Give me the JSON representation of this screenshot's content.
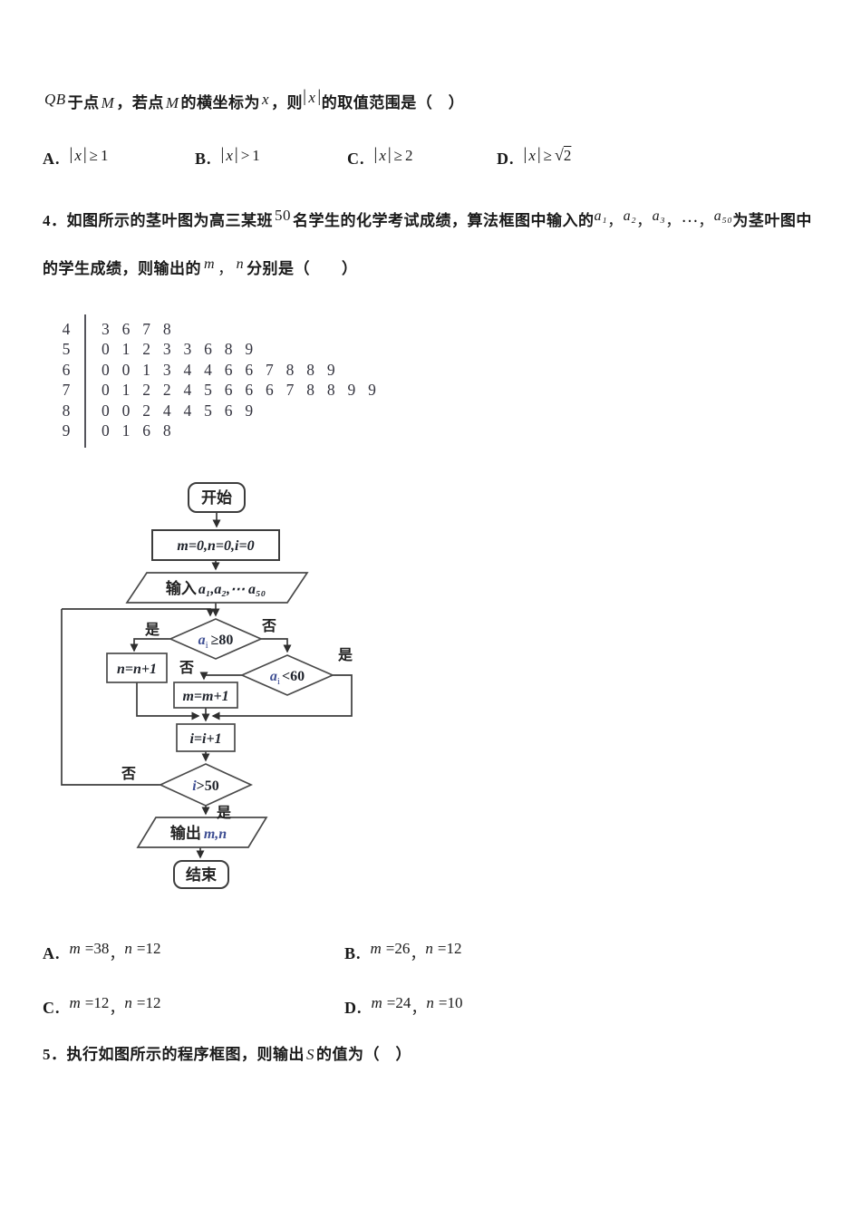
{
  "q3": {
    "stem": {
      "qb": "QB",
      "t1": "于点",
      "m1": "M",
      "t2": "，若点",
      "m2": "M",
      "t3": "的横坐标为",
      "x": "x",
      "t4": "，则",
      "bar": "|",
      "absvar": "x",
      "t5": "的取值范围是（　）"
    },
    "options": [
      {
        "label": "A.",
        "bar": "|",
        "var": "x",
        "rel": "≥",
        "val": "1"
      },
      {
        "label": "B.",
        "bar": "|",
        "var": "x",
        "rel": ">",
        "val": "1"
      },
      {
        "label": "C.",
        "bar": "|",
        "var": "x",
        "rel": "≥",
        "val": "2"
      },
      {
        "label": "D.",
        "bar": "|",
        "var": "x",
        "rel": "≥",
        "sqrt": "√",
        "val": "2"
      }
    ]
  },
  "q4": {
    "line1": {
      "t1": "4．如图所示的茎叶图为高三某班",
      "count": "50",
      "t2": "名学生的化学考试成绩，算法框图中输入的",
      "a1": "a₁",
      "comma": "，",
      "a2": "a₂",
      "a3": "a₃",
      "dots": "⋯",
      "a50": "a₅₀",
      "t3": "为茎叶图中"
    },
    "line2": {
      "t1": "的学生成绩，则输出的",
      "m": "m",
      "comma": "，",
      "n": "n",
      "t2": "分别是（　　）"
    },
    "stemleaf": {
      "rows": [
        {
          "stem": "4",
          "leaves": "3 6 7 8"
        },
        {
          "stem": "5",
          "leaves": "0 1 2 3 3 6 8 9"
        },
        {
          "stem": "6",
          "leaves": "0 0 1 3 4 4 6 6 7 8 8 9"
        },
        {
          "stem": "7",
          "leaves": "0 1 2 2 4 5 6 6 6 7 8 8 9 9"
        },
        {
          "stem": "8",
          "leaves": "0 0 2 4 4 5 6 9"
        },
        {
          "stem": "9",
          "leaves": "0 1 6 8"
        }
      ]
    },
    "options": [
      {
        "label": "A.",
        "mvar": "m",
        "mval": "=38",
        "comma": "，",
        "nvar": "n",
        "nval": "=12"
      },
      {
        "label": "B.",
        "mvar": "m",
        "mval": "=26",
        "comma": "，",
        "nvar": "n",
        "nval": "=12"
      },
      {
        "label": "C.",
        "mvar": "m",
        "mval": "=12",
        "comma": "，",
        "nvar": "n",
        "nval": "=12"
      },
      {
        "label": "D.",
        "mvar": "m",
        "mval": "=24",
        "comma": "，",
        "nvar": "n",
        "nval": "=10"
      }
    ]
  },
  "flowchart": {
    "start": "开始",
    "init": "m=0,n=0,i=0",
    "input_label": "输入",
    "input_vars": "a₁,a₂,⋯ a₅₀",
    "yes": "是",
    "no": "否",
    "d1": {
      "var": "a",
      "sub": "i",
      "cond": "≥80"
    },
    "box_n": "n=n+1",
    "d2": {
      "var": "a",
      "sub": "i",
      "cond": "<60"
    },
    "box_m": "m=m+1",
    "box_i": "i=i+1",
    "d3": {
      "var": "i",
      "cond": ">50"
    },
    "out_label": "输出",
    "out_vars": "m,n",
    "end": "结束"
  },
  "q5": {
    "pre": "5．执行如图所示的程序框图，则输出",
    "var": "S",
    "post": "的值为（　）"
  }
}
